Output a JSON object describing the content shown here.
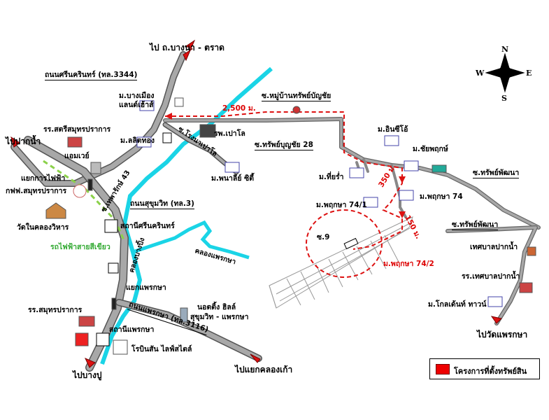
{
  "compass": {
    "n": "N",
    "s": "S",
    "e": "E",
    "w": "W"
  },
  "colors": {
    "road": "#999999",
    "road_edge": "#555555",
    "canal": "#1ad4e6",
    "route": "#dd1111",
    "green_line": "#8bd14a"
  },
  "directions": {
    "bangna_trat": "ไป ถ.บางนา - ตราด",
    "paknam": "ไปปากน้ำ",
    "bangpu": "ไปบางปู",
    "khlong_kao": "ไปแยกคลองเก้า",
    "wat_phraeksa": "ไปวัดแพรกษา"
  },
  "roads": {
    "srinakarin": "ถนนศรีนครินทร์ (ทล.3344)",
    "sukhumvit": "ถนนสุขุมวิท (ทล.3)",
    "phraeksa": "ถนนแพรกษา (ทล.3116)",
    "thepharak43": "ซ.เทพารักษ์ 43",
    "rongnam": "ซ.โรงนาเปาโล",
    "sub_9": "ซ.9",
    "sup_bunchai28": "ซ.ทรัพย์บุญชัย 28",
    "sup_phatthana1": "ซ.ทรัพย์พัฒนา",
    "sup_phatthana2": "ซ.ทรัพย์พัฒนา",
    "phruksa742": "ม.พฤกษา 74/2",
    "khlong_bangping": "คลองบางปิ้ง",
    "khlong_phraeksa": "คลองแพรกษา",
    "green_line": "รถไฟฟ้าสายสีเขียว"
  },
  "distances": {
    "d2500": "2,500 ม.",
    "d350": "350 ม.",
    "d150": "150 ม."
  },
  "places": {
    "bangmueang": "ม.บางเมือง",
    "land_house": "แลนด์เฮ้าส์",
    "lalitthong": "ม.ลลิตทอง",
    "paolo_hospital": "รพ.เปาโล",
    "phanalee": "ม.พนาลีย์ ซิตี้",
    "muban_sub": "ซ.หมู่บ้านทรัพย์บัญชัย",
    "sanhsin_school": "รร.สตรีสมุทรปราการ",
    "amway": "แอมเวย์",
    "intersection_faifa": "แยกการไฟฟ้า",
    "electric_office": "กฟฟ.สมุทรปราการ",
    "wat_nai_khlong": "วัดในคลองวิหาร",
    "station_srinakarin": "สถานีศรีนครินทร์",
    "intersection_phraeksa": "แยกแพรกษา",
    "samut_school": "รร.สมุทรปราการ",
    "station_phraeksa": "สถานีแพรกษา",
    "notting_hill": "นอตติ้ง ฮิลล์",
    "notting_hill_2": "สุขุมวิท - แพรกษา",
    "robinson": "โรบินสัน ไลฟ์สไตล์",
    "theerum": "ม.ที่ยร่ำ",
    "inzio": "ม.อินซีโอ้",
    "chaiyaphruek": "ม.ชัยพฤกษ์",
    "phruksa74": "ม.พฤกษา 74",
    "phruksa741": "ม.พฤกษา 74/1",
    "municipality": "เทศบาลปากน้ำ",
    "municipal_school": "รร.เทศบาลปากน้ำ",
    "golden_town": "ม.โกลเด้นท์ ทาวน์"
  },
  "legend": {
    "label": "โครงการที่ตั้งทรัพย์สิน"
  }
}
